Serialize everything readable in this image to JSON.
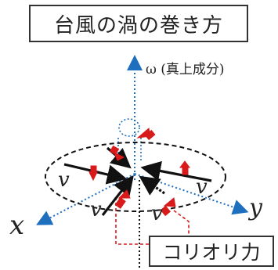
{
  "title": "台風の渦の巻き方",
  "omega_label": "ω (真上成分)",
  "axes": {
    "x": "x",
    "y": "y"
  },
  "velocity_label": "v",
  "force_label": "コリオリ力",
  "colors": {
    "axis": "#1f6fbf",
    "arrow": "#111111",
    "force_arrow": "#d81a1a",
    "guide": "#d81a1a"
  },
  "icons": [
    "omega-axis-arrow",
    "x-axis-arrow",
    "y-axis-arrow",
    "velocity-arrow",
    "coriolis-force-arrow"
  ]
}
